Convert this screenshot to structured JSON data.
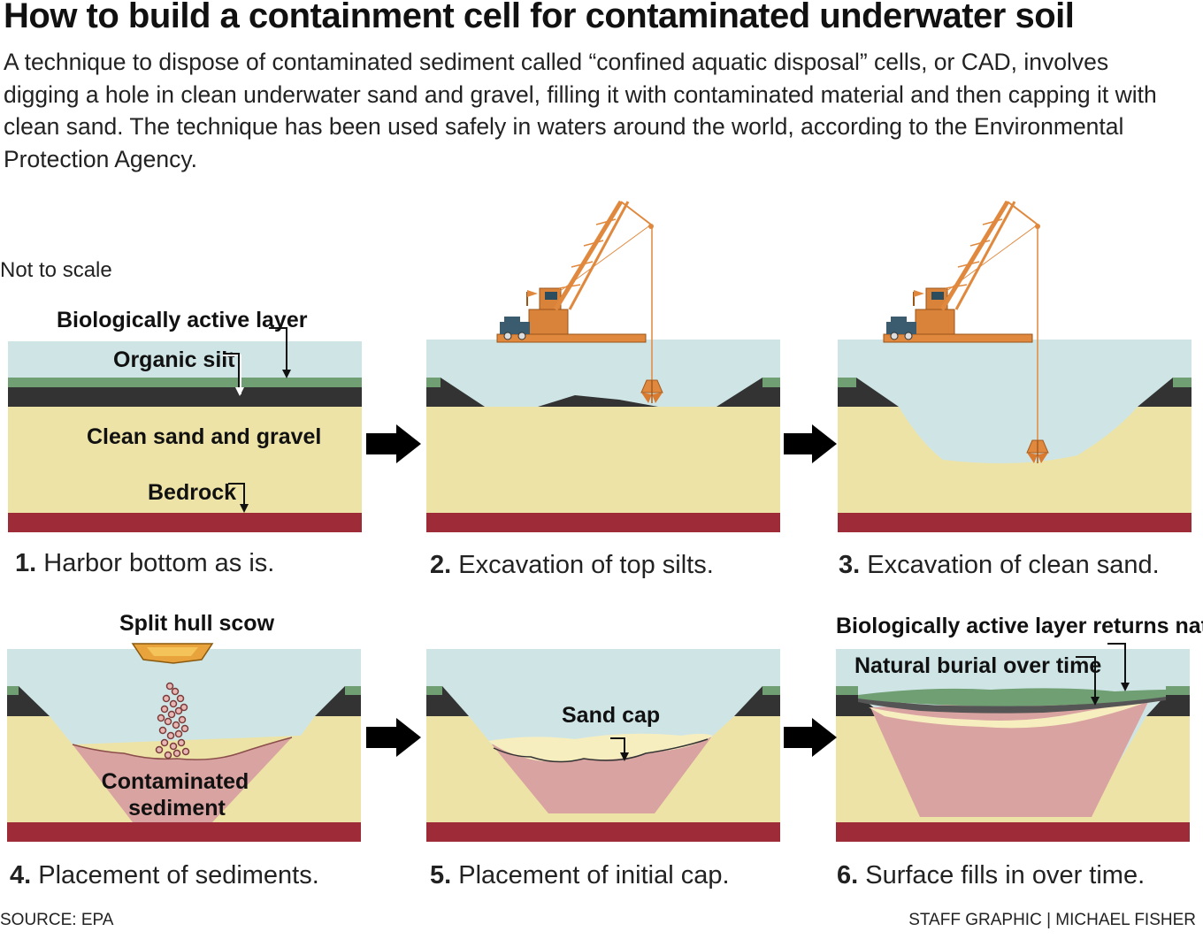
{
  "title": "How to build a containment cell for contaminated underwater soil",
  "intro": "A technique to dispose of contaminated sediment called “confined aquatic disposal” cells, or CAD, involves digging a hole in clean underwater sand and gravel, filling it with contaminated material and then capping it with clean sand. The technique has been used safely in waters around the world, according to the Environmental Protection Agency.",
  "not_to_scale": "Not to scale",
  "labels": {
    "bio_layer": "Biologically active layer",
    "organic_silt": "Organic silt",
    "clean_sand": "Clean sand and gravel",
    "bedrock": "Bedrock",
    "split_hull": "Split hull scow",
    "contaminated_1": "Contaminated",
    "contaminated_2": "sediment",
    "sand_cap": "Sand cap",
    "bio_returns": "Biologically active layer returns naturally",
    "natural_burial": "Natural burial over time"
  },
  "steps": [
    {
      "num": "1.",
      "text": "Harbor bottom as is."
    },
    {
      "num": "2.",
      "text": "Excavation of top silts."
    },
    {
      "num": "3.",
      "text": "Excavation of clean sand."
    },
    {
      "num": "4.",
      "text": "Placement of sediments."
    },
    {
      "num": "5.",
      "text": "Placement of initial cap."
    },
    {
      "num": "6.",
      "text": "Surface fills in over time."
    }
  ],
  "source": "SOURCE: EPA",
  "credit": "STAFF GRAPHIC | MICHAEL FISHER",
  "colors": {
    "water": "#cfe5e5",
    "bio": "#6f9f72",
    "silt": "#333333",
    "sand": "#ede3a6",
    "bedrock": "#9e2b38",
    "sediment": "#d9a3a1",
    "cap": "#f7eec0",
    "crane": "#e0893e",
    "arrow": "#000000"
  }
}
